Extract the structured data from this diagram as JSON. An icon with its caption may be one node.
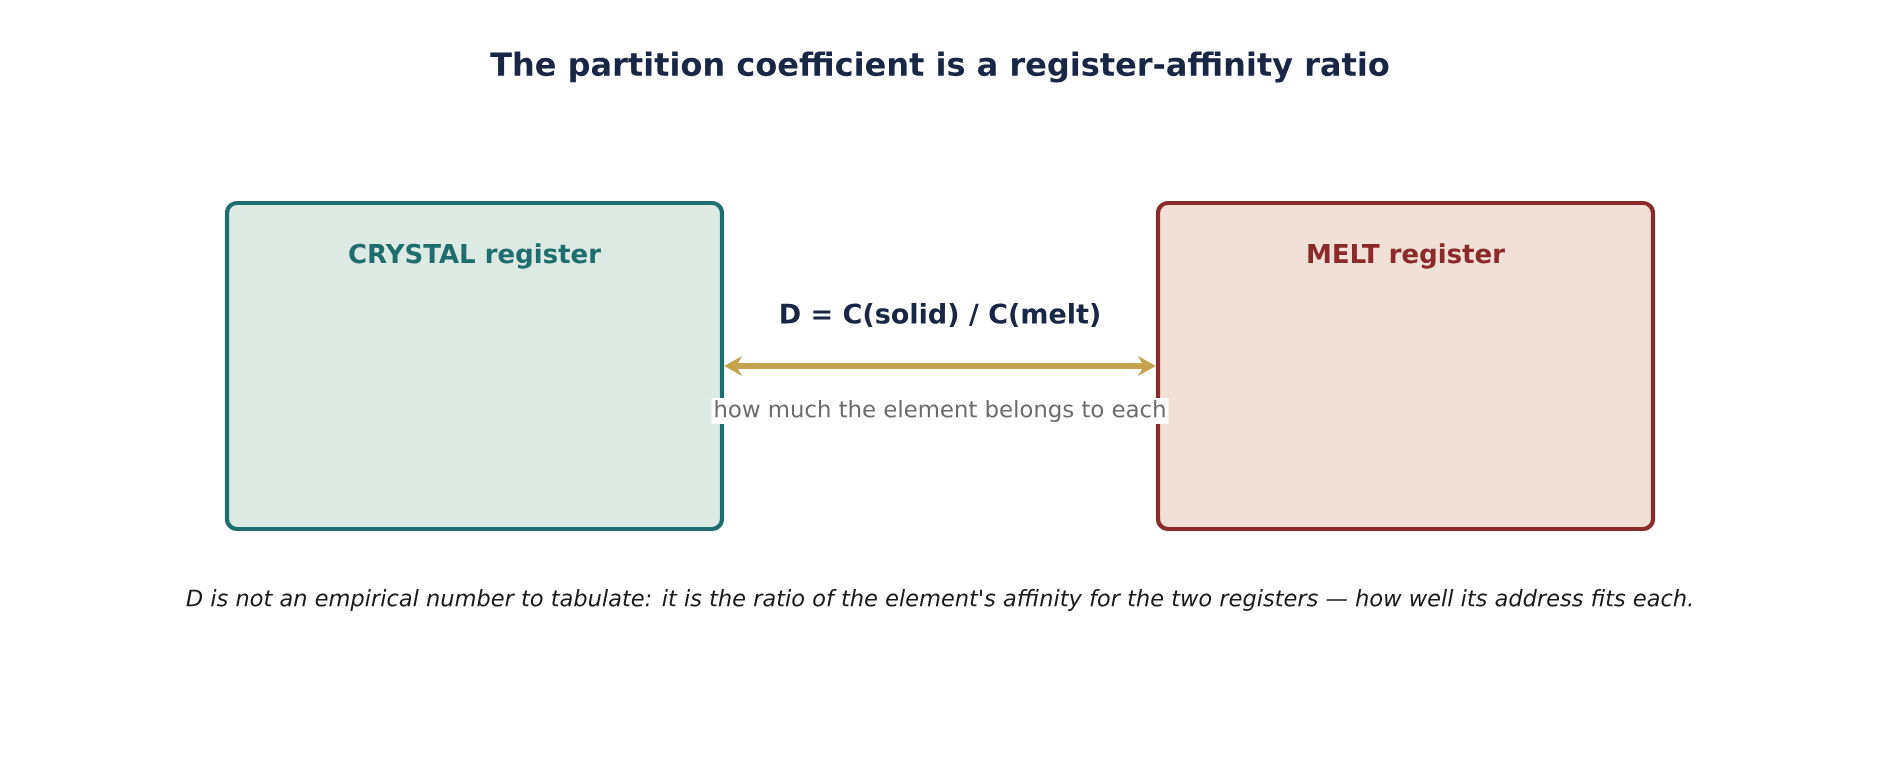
{
  "diagram": {
    "title": "The partition coefficient is a register-affinity ratio",
    "caption": "D is not an empirical number to tabulate: it is the ratio of the element's affinity for the two registers — how well its address fits each.",
    "nodes": [
      {
        "text": [
          "CRYSTAL register"
        ]
      },
      {
        "text": [
          "MELT register"
        ]
      }
    ],
    "edges": [
      {
        "from": 0,
        "to": 1,
        "arrow": "both",
        "label": "D = C(solid) / C(melt)",
        "color": "#c4a24d"
      }
    ],
    "labels": [
      "how much the element belongs to each"
    ]
  }
}
